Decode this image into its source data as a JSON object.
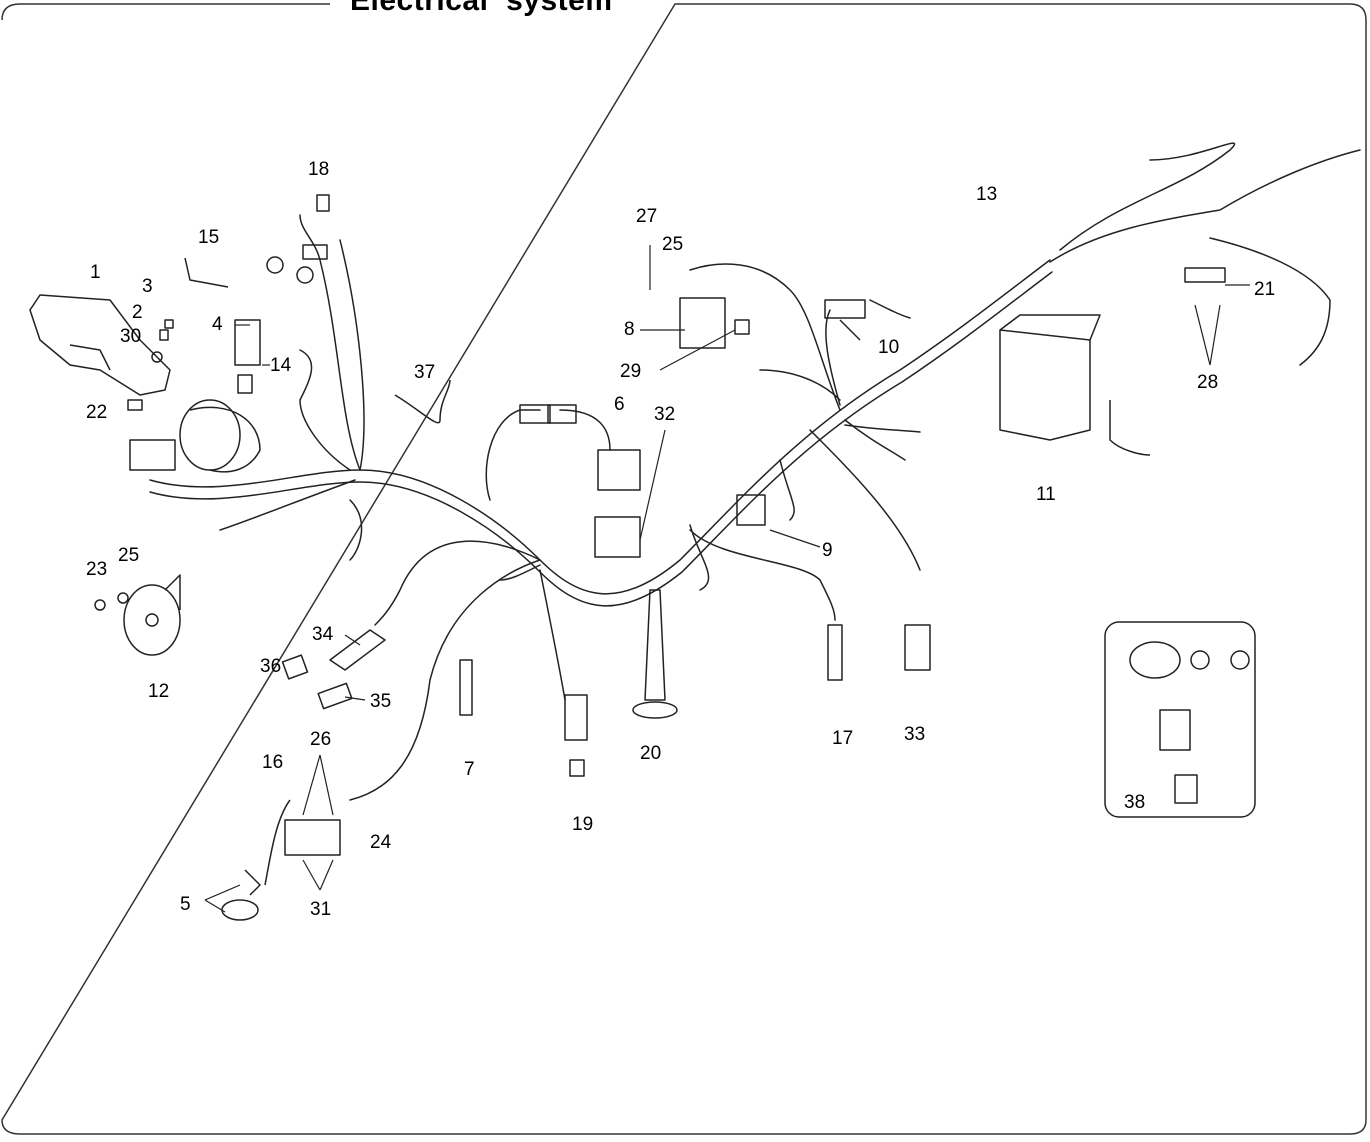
{
  "diagram": {
    "title": "Electrical  system",
    "part_labels": [
      "1",
      "2",
      "3",
      "4",
      "5",
      "6",
      "7",
      "8",
      "9",
      "10",
      "11",
      "12",
      "13",
      "14",
      "15",
      "16",
      "17",
      "18",
      "19",
      "20",
      "21",
      "22",
      "23",
      "24",
      "25",
      "25",
      "26",
      "27",
      "28",
      "29",
      "30",
      "31",
      "32",
      "33",
      "34",
      "35",
      "36",
      "37",
      "38"
    ]
  }
}
